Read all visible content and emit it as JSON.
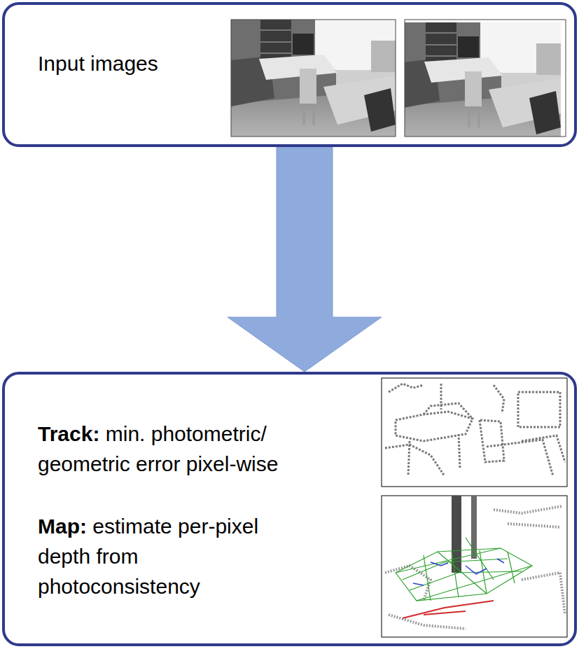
{
  "diagram": {
    "nodes": [
      {
        "text": [
          "Input images"
        ]
      },
      {
        "text": [
          "Track: min. photometric/ geometric error pixel-wise",
          "Map: estimate per-pixel depth from photoconsistency"
        ]
      }
    ],
    "edges": [
      {
        "from": 0,
        "to": 1,
        "arrow": "to"
      }
    ]
  }
}
